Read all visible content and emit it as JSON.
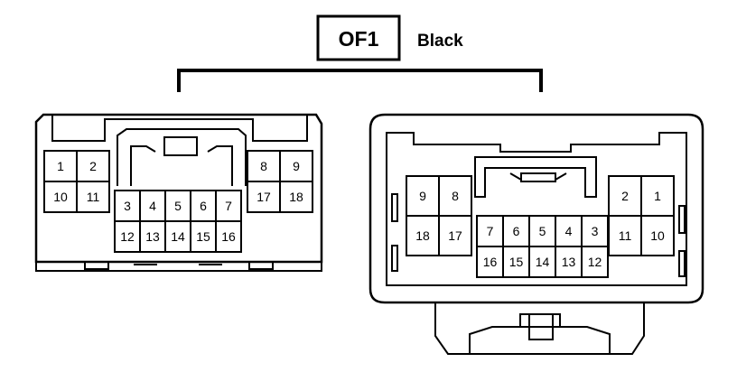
{
  "header": {
    "code": "OF1",
    "color": "Black"
  },
  "left_connector": {
    "group_left": [
      [
        "1",
        "2"
      ],
      [
        "10",
        "11"
      ]
    ],
    "group_mid": [
      [
        "3",
        "4",
        "5",
        "6",
        "7"
      ],
      [
        "12",
        "13",
        "14",
        "15",
        "16"
      ]
    ],
    "group_right": [
      [
        "8",
        "9"
      ],
      [
        "17",
        "18"
      ]
    ]
  },
  "right_connector": {
    "group_left": [
      [
        "9",
        "8"
      ],
      [
        "18",
        "17"
      ]
    ],
    "group_mid": [
      [
        "7",
        "6",
        "5",
        "4",
        "3"
      ],
      [
        "16",
        "15",
        "14",
        "13",
        "12"
      ]
    ],
    "group_right": [
      [
        "2",
        "1"
      ],
      [
        "11",
        "10"
      ]
    ]
  }
}
